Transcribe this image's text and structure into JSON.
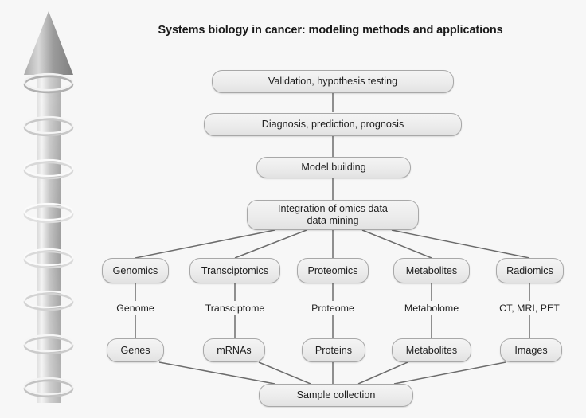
{
  "figure": {
    "title": "Systems biology in cancer: modeling methods and applications",
    "background_color": "#f7f7f7",
    "box_border_color": "#a8a8a8",
    "box_fill_color": "#ececec",
    "connector_color": "#6c6c6c",
    "arrow_color": "#8c8c8c"
  },
  "arrow": {
    "name": "upward-gradient-arrow-with-rings",
    "direction": "up",
    "ring_count": 8
  },
  "nodes": {
    "validation": "Validation, hypothesis testing",
    "diagnosis": "Diagnosis, prediction, prognosis",
    "model_building": "Model building",
    "integration_line1": "Integration of omics data",
    "integration_line2": "data mining",
    "sample_collection": "Sample collection"
  },
  "columns": [
    {
      "omics": "Genomics",
      "edge_label": "Genome",
      "entity": "Genes"
    },
    {
      "omics": "Transciptomics",
      "edge_label": "Transciptome",
      "entity": "mRNAs"
    },
    {
      "omics": "Proteomics",
      "edge_label": "Proteome",
      "entity": "Proteins"
    },
    {
      "omics": "Metabolites",
      "edge_label": "Metabolome",
      "entity": "Metabolites"
    },
    {
      "omics": "Radiomics",
      "edge_label": "CT, MRI, PET",
      "entity": "Images"
    }
  ]
}
